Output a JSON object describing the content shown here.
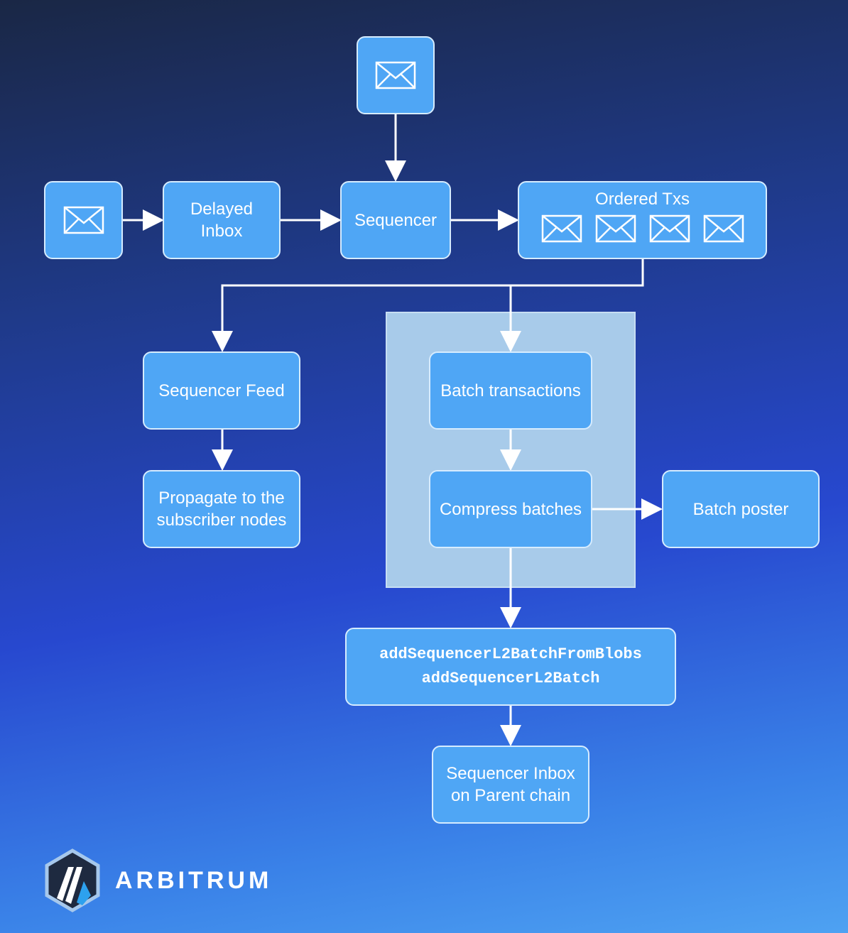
{
  "nodes": {
    "delayed_inbox": [
      "Delayed",
      "Inbox"
    ],
    "sequencer": "Sequencer",
    "ordered_txs": "Ordered Txs",
    "sequencer_feed": "Sequencer Feed",
    "propagate": [
      "Propagate to the",
      "subscriber nodes"
    ],
    "batch_transactions": "Batch transactions",
    "compress_batches": "Compress batches",
    "batch_poster": "Batch poster",
    "add_functions": [
      "addSequencerL2BatchFromBlobs",
      "addSequencerL2Batch"
    ],
    "sequencer_inbox": [
      "Sequencer Inbox",
      "on Parent chain"
    ]
  },
  "icons": {
    "message": "envelope-icon"
  },
  "brand": {
    "name": "ARBITRUM"
  },
  "colors": {
    "box": "#4fa6f5",
    "panel": "#a8cbea"
  }
}
